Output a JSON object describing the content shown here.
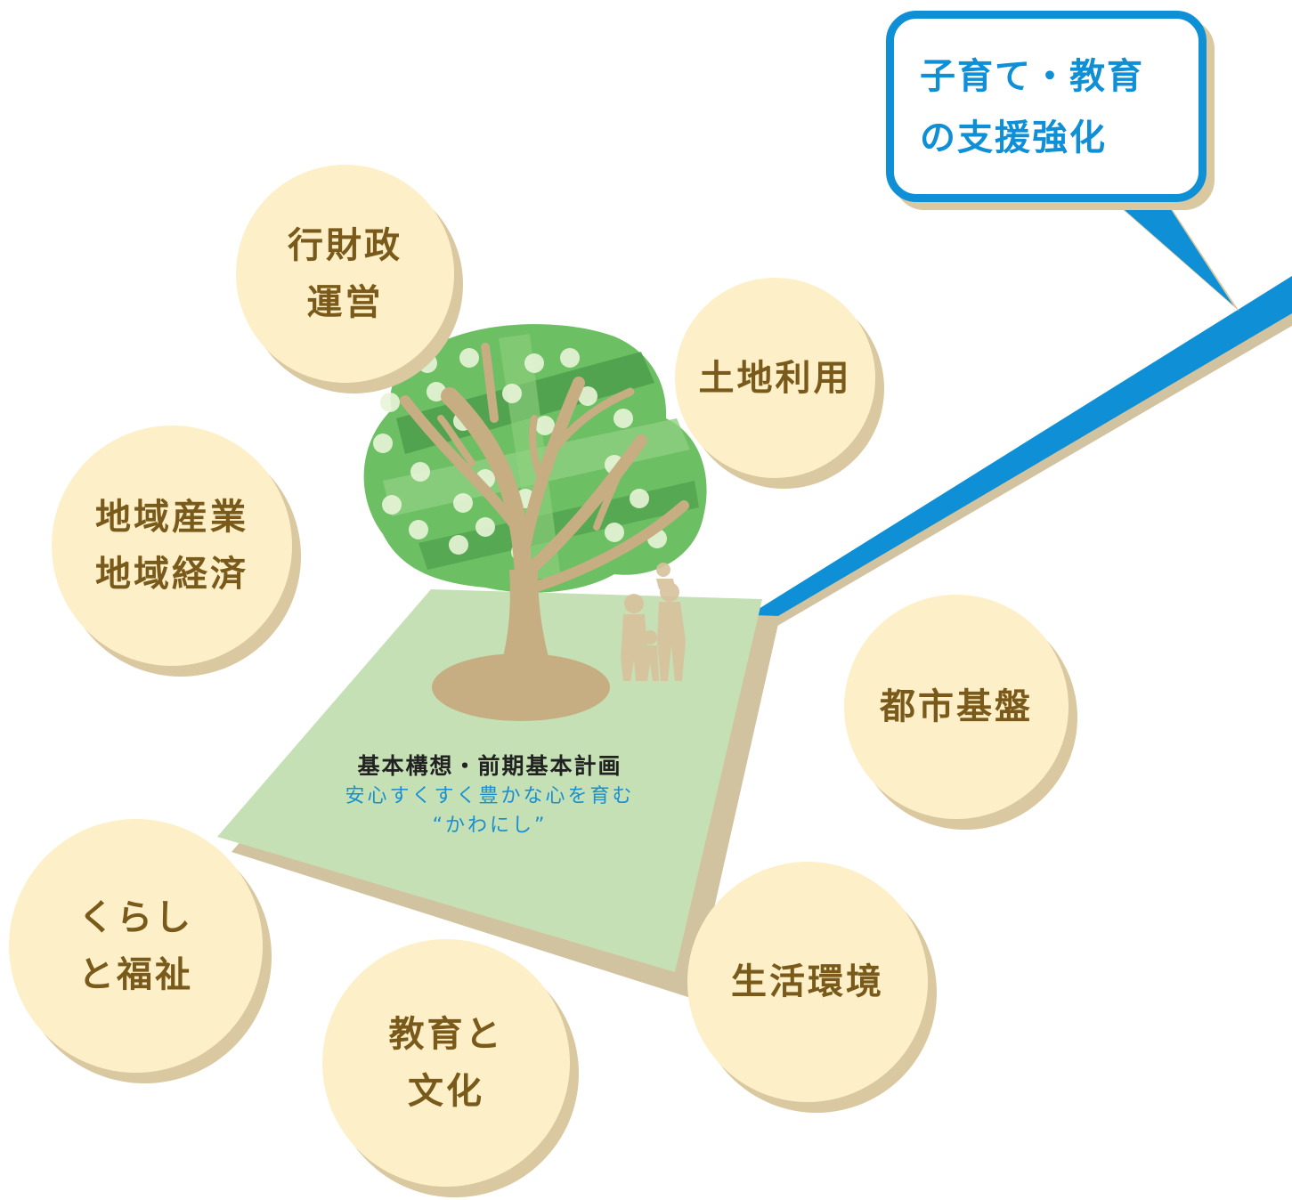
{
  "callout": {
    "text": "子育て・教育\nの支援強化"
  },
  "plan": {
    "title": "基本構想・前期基本計画",
    "slogan": "安心すくすく豊かな心を育む",
    "name": "“かわにし”"
  },
  "topics": [
    {
      "label": "行財政\n運営"
    },
    {
      "label": "土地利用"
    },
    {
      "label": "地域産業\n地域経済"
    },
    {
      "label": "都市基盤"
    },
    {
      "label": "くらし\nと福祉"
    },
    {
      "label": "生活環境"
    },
    {
      "label": "教育と\n文化"
    }
  ],
  "colors": {
    "bubble_fill": "#fdf0c8",
    "bubble_shadow": "#d9c8a0",
    "bubble_text": "#7a5a1a",
    "accent_blue": "#0e8fd6",
    "ground": "#c4e0b4",
    "ground_shadow": "#d2c3a0",
    "trunk": "#c6ad82",
    "canopy": "#6cbf63",
    "canopy_dark": "#4a9a48",
    "family": "#d8c29d"
  },
  "icons": {
    "tree": "tree-icon",
    "family": "family-silhouette-icon"
  }
}
